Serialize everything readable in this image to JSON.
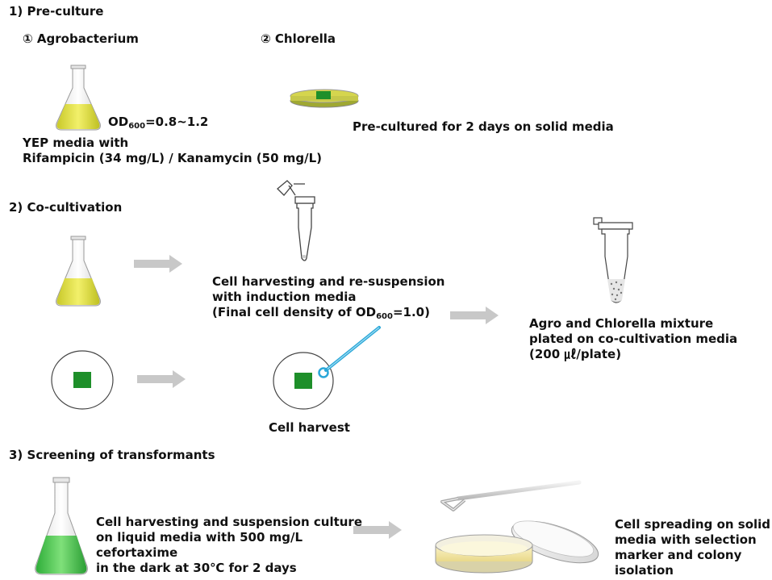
{
  "sections": {
    "preculture": {
      "title": "1) Pre-culture",
      "agro": {
        "heading": "① Agrobacterium",
        "od_prefix": "OD",
        "od_sub": "600",
        "od_value": "=0.8~1.2",
        "media_line1": "YEP media with",
        "media_line2": "Rifampicin (34 mg/L) / Kanamycin (50 mg/L)"
      },
      "chlorella": {
        "heading": "② Chlorella",
        "note": "Pre-cultured for 2 days on solid media"
      }
    },
    "cocultivation": {
      "title": "2) Co-cultivation",
      "harvest_line1": "Cell harvesting and re-suspension",
      "harvest_line2": "with induction media",
      "harvest_line3_prefix": "(Final cell density of OD",
      "harvest_line3_sub": "600",
      "harvest_line3_suffix": "=1.0)",
      "cell_harvest": "Cell harvest",
      "mixture_line1": "Agro and Chlorella mixture",
      "mixture_line2": "plated on co-cultivation media",
      "mixture_line3": "(200 ㎕/plate)"
    },
    "screening": {
      "title": "3) Screening of transformants",
      "culture_line1": "Cell harvesting and suspension culture",
      "culture_line2": "on liquid media with 500 mg/L",
      "culture_line3": "cefortaxime",
      "culture_line4": "in the dark at 30℃ for 2 days",
      "spreading_line1": "Cell spreading on solid",
      "spreading_line2": "media with selection",
      "spreading_line3": "marker and colony",
      "spreading_line4": "isolation"
    }
  },
  "colors": {
    "yellow_liquid": "#e3e44a",
    "green_liquid": "#3fc24a",
    "green_square": "#1e8f2a",
    "arrow_gray": "#c8c8c8",
    "loop_blue": "#2aa7d8"
  }
}
